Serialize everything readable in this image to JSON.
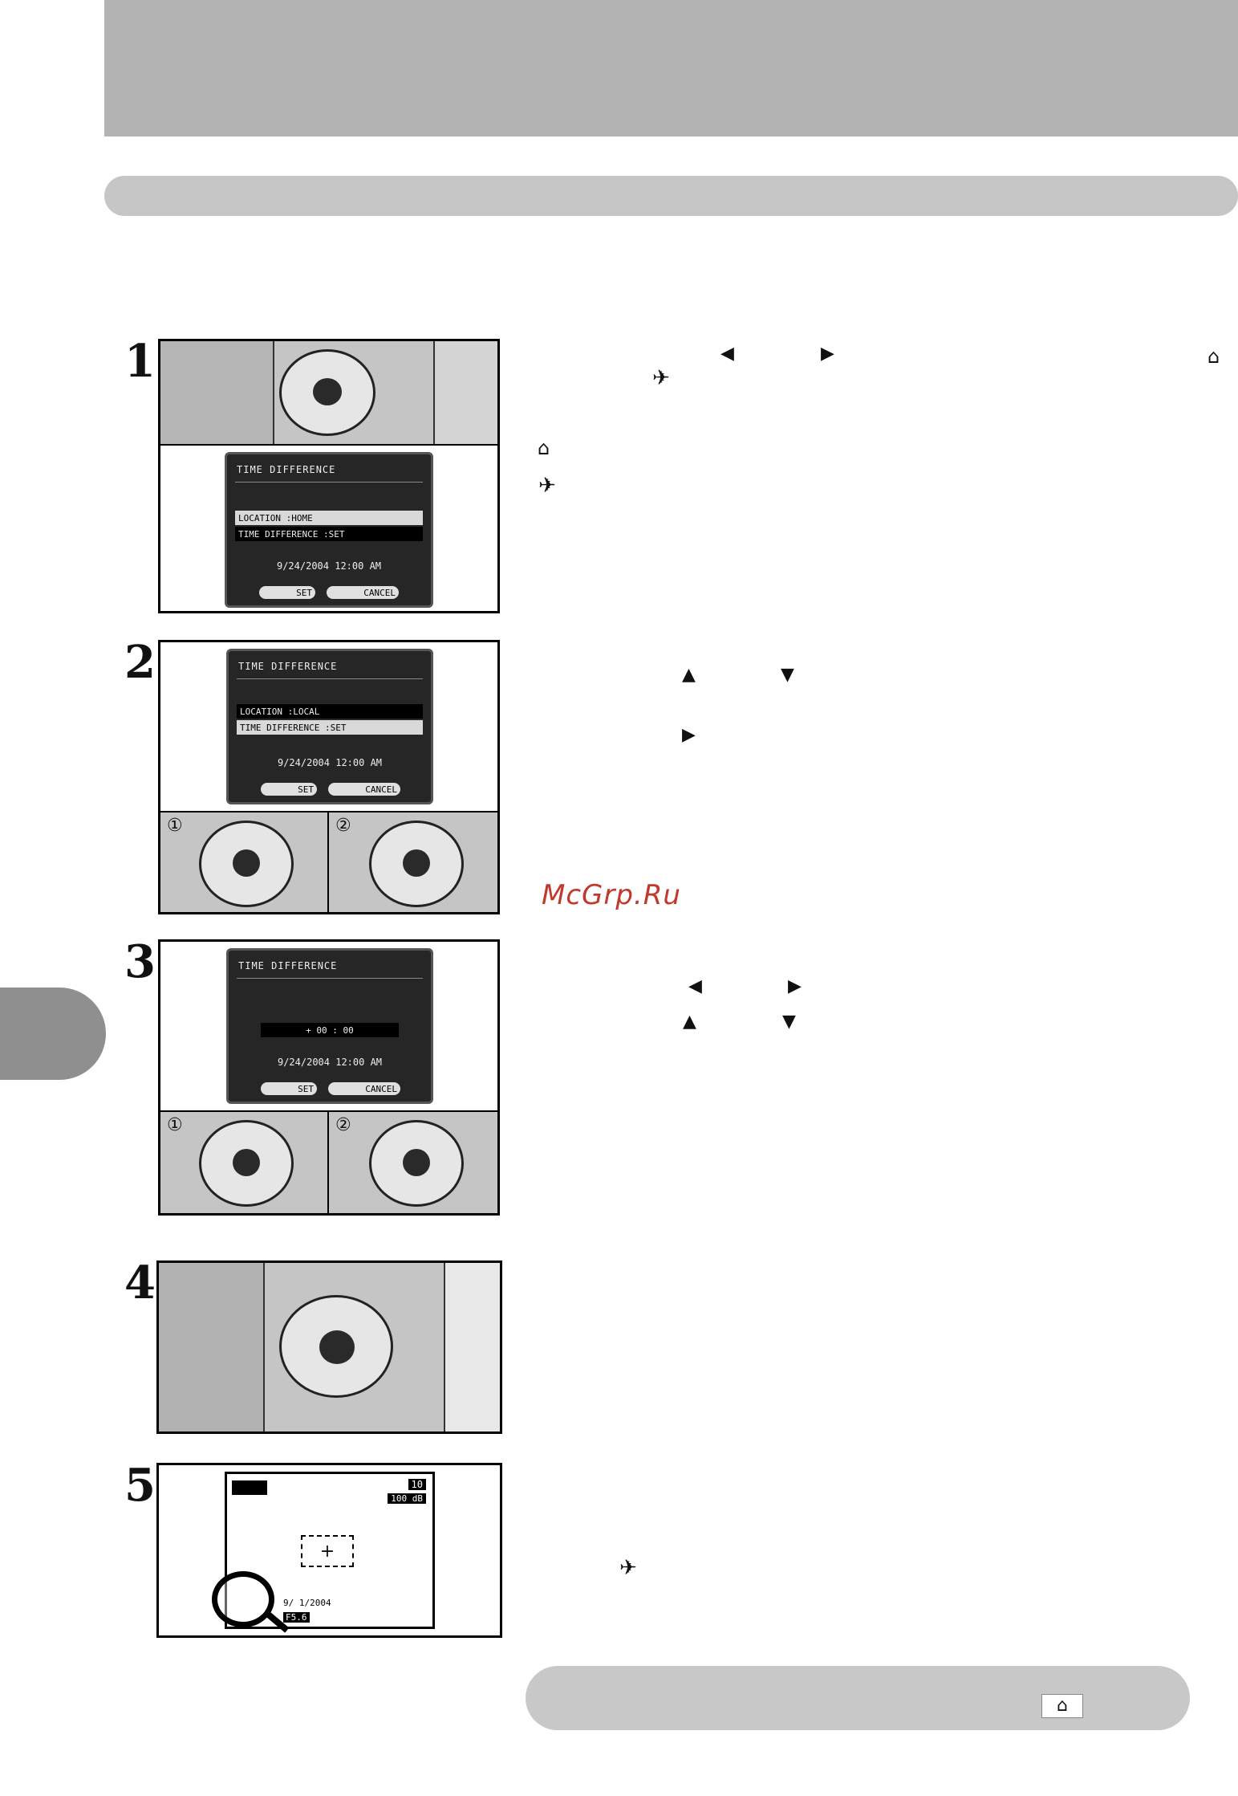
{
  "watermark": "McGrp.Ru",
  "steps": [
    {
      "number": "1"
    },
    {
      "number": "2"
    },
    {
      "number": "3"
    },
    {
      "number": "4"
    },
    {
      "number": "5"
    }
  ],
  "screen1": {
    "title": "TIME DIFFERENCE",
    "row1": "LOCATION        :HOME",
    "row2": "TIME DIFFERENCE :SET",
    "date": "9/24/2004  12:00 AM",
    "set": "SET",
    "cancel": "CANCEL"
  },
  "screen2": {
    "title": "TIME DIFFERENCE",
    "row1": "LOCATION        :LOCAL",
    "row2": "TIME DIFFERENCE :SET",
    "date": "9/24/2004  12:00 AM",
    "set": "SET",
    "cancel": "CANCEL"
  },
  "screen3": {
    "title": "TIME DIFFERENCE",
    "value": "+ 00 : 00",
    "date": "9/24/2004  12:00 AM",
    "set": "SET",
    "cancel": "CANCEL"
  },
  "screen5": {
    "counter": "10",
    "size": "100 dB",
    "date": "9/ 1/2004",
    "aperture": "F5.6"
  },
  "callouts": {
    "circle1": "①",
    "circle2": "②"
  }
}
